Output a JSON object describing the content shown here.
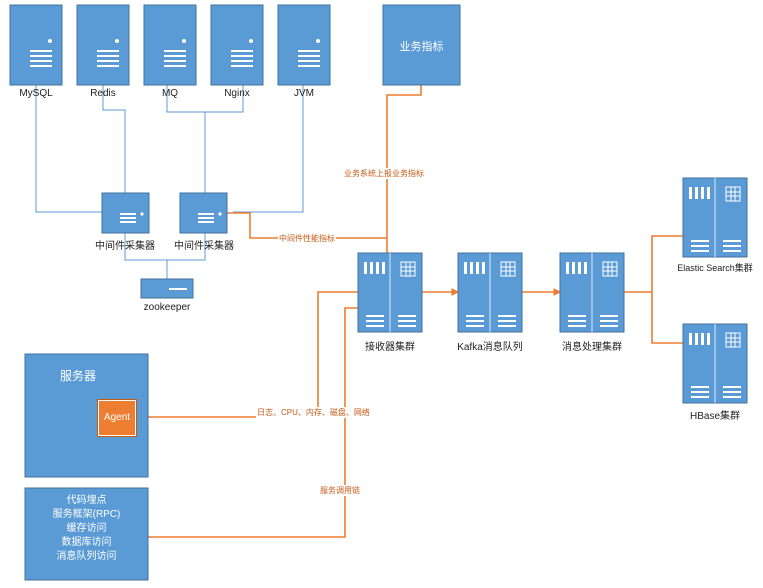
{
  "servers": [
    {
      "label": "MySQL"
    },
    {
      "label": "Redis"
    },
    {
      "label": "MQ"
    },
    {
      "label": "Nginx"
    },
    {
      "label": "JVM"
    }
  ],
  "business_metrics": {
    "label": "业务指标"
  },
  "collectors": [
    {
      "label": "中间件采集器"
    },
    {
      "label": "中间件采集器"
    }
  ],
  "zookeeper": {
    "label": "zookeeper"
  },
  "clusters": {
    "receiver": "接收器集群",
    "kafka": "Kafka消息队列",
    "processor": "消息处理集群",
    "elastic": "Elastic Search集群",
    "hbase": "HBase集群"
  },
  "server_box": {
    "title": "服务器",
    "agent": "Agent"
  },
  "code_box": {
    "lines": [
      "代码埋点",
      "服务框架(RPC)",
      "缓存访问",
      "数据库访问",
      "消息队列访问"
    ]
  },
  "flow_labels": {
    "business_report": "业务系统上报业务指标",
    "middleware_metrics": "中间件性能指标",
    "system_metrics": "日志、CPU、内存、磁盘、网络",
    "call_chain": "服务调用链"
  },
  "colors": {
    "blue": "#5b9bd5",
    "blue_dark": "#41719c",
    "orange": "#ed7d31",
    "line_blue": "#5b9bd5"
  }
}
